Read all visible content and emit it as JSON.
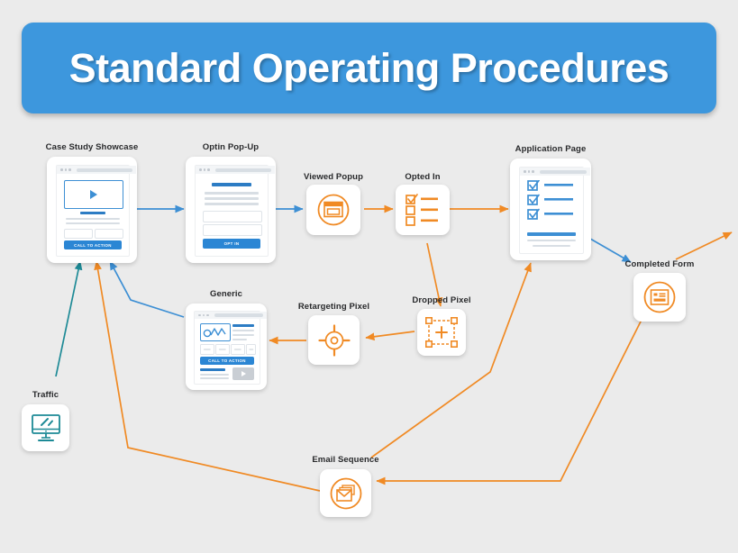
{
  "header": {
    "title": "Standard Operating Procedures"
  },
  "colors": {
    "background": "#ebebeb",
    "header_blue": "#3d97dd",
    "accent_orange": "#f08a24",
    "accent_blue": "#3d8fd4",
    "accent_teal": "#1d8a96",
    "card_white": "#ffffff",
    "label_text": "#28292b"
  },
  "nodes": [
    {
      "id": "case-study-showcase",
      "label": "Case Study Showcase",
      "type": "page-card",
      "icon": "video-landing-page-icon",
      "cta_label": "CALL TO ACTION"
    },
    {
      "id": "optin-popup",
      "label": "Optin Pop-Up",
      "type": "page-card",
      "icon": "optin-form-page-icon",
      "cta_label": "OPT IN"
    },
    {
      "id": "viewed-popup",
      "label": "Viewed Popup",
      "type": "icon-tile",
      "icon": "popup-window-icon"
    },
    {
      "id": "opted-in",
      "label": "Opted In",
      "type": "icon-tile",
      "icon": "checklist-icon"
    },
    {
      "id": "application-page",
      "label": "Application Page",
      "type": "page-card",
      "icon": "application-form-icon"
    },
    {
      "id": "completed-form",
      "label": "Completed Form",
      "type": "icon-tile",
      "icon": "completed-form-icon"
    },
    {
      "id": "generic",
      "label": "Generic",
      "type": "page-card",
      "icon": "generic-landing-page-icon",
      "cta_label": "CALL TO ACTION"
    },
    {
      "id": "retargeting-pixel",
      "label": "Retargeting Pixel",
      "type": "icon-tile",
      "icon": "target-crosshair-icon"
    },
    {
      "id": "dropped-pixel",
      "label": "Dropped Pixel",
      "type": "icon-tile",
      "icon": "pixel-placement-icon"
    },
    {
      "id": "traffic",
      "label": "Traffic",
      "type": "icon-tile",
      "icon": "desktop-monitor-icon"
    },
    {
      "id": "email-sequence",
      "label": "Email Sequence",
      "type": "icon-tile",
      "icon": "email-envelopes-icon"
    }
  ],
  "connections": [
    {
      "from": "case-study-showcase",
      "to": "optin-popup",
      "color": "#3d8fd4"
    },
    {
      "from": "optin-popup",
      "to": "viewed-popup",
      "color": "#3d8fd4"
    },
    {
      "from": "viewed-popup",
      "to": "opted-in",
      "color": "#f08a24"
    },
    {
      "from": "opted-in",
      "to": "application-page",
      "color": "#f08a24"
    },
    {
      "from": "opted-in",
      "to": "dropped-pixel",
      "color": "#f08a24"
    },
    {
      "from": "dropped-pixel",
      "to": "retargeting-pixel",
      "color": "#f08a24"
    },
    {
      "from": "retargeting-pixel",
      "to": "generic",
      "color": "#f08a24"
    },
    {
      "from": "generic",
      "to": "case-study-showcase",
      "color": "#3d8fd4"
    },
    {
      "from": "traffic",
      "to": "case-study-showcase",
      "color": "#1d8a96"
    },
    {
      "from": "email-sequence",
      "to": "case-study-showcase",
      "color": "#f08a24"
    },
    {
      "from": "email-sequence",
      "to": "application-page",
      "color": "#f08a24"
    },
    {
      "from": "application-page",
      "to": "completed-form",
      "color": "#3d8fd4"
    },
    {
      "from": "completed-form",
      "to": "email-sequence",
      "color": "#f08a24"
    },
    {
      "from": "completed-form",
      "to": "offscreen-right",
      "color": "#f08a24"
    }
  ]
}
